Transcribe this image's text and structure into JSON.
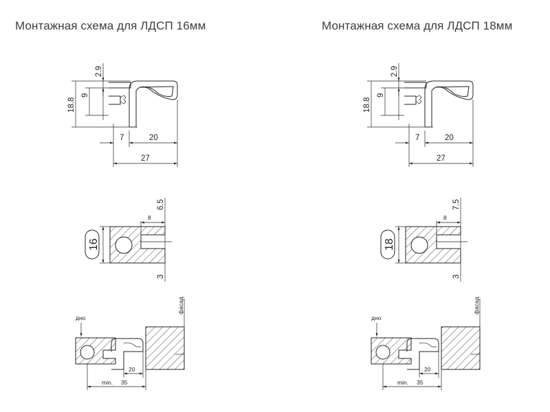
{
  "titles": {
    "left": "Монтажная схема для ЛДСП 16мм",
    "right": "Монтажная схема для ЛДСП 18мм"
  },
  "left": {
    "profile": {
      "gap": "2.9",
      "slot": "9",
      "height": "18.8",
      "offset": "7",
      "lip": "20",
      "total": "27"
    },
    "board": {
      "thickness": "16",
      "depth": "8",
      "top": "6.5",
      "bottom": "3"
    },
    "assembly": {
      "bottom_label": "дно",
      "facade_label": "фасад",
      "lip": "20",
      "min_label": "min.",
      "min_value": "35"
    }
  },
  "right": {
    "profile": {
      "gap": "2.9",
      "slot": "9",
      "height": "18.8",
      "offset": "7",
      "lip": "20",
      "total": "27"
    },
    "board": {
      "thickness": "18",
      "depth": "8",
      "top": "7.5",
      "bottom": "3"
    },
    "assembly": {
      "bottom_label": "дно",
      "facade_label": "фасад",
      "lip": "20",
      "min_label": "min.",
      "min_value": "35"
    }
  }
}
